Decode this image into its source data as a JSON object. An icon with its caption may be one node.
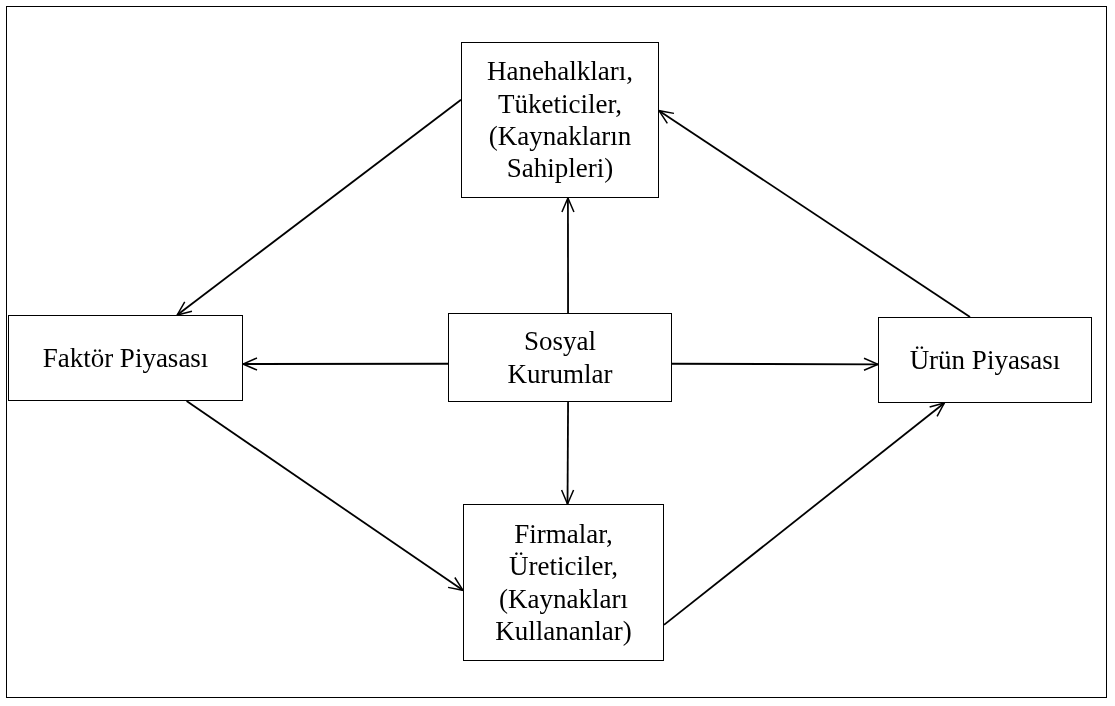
{
  "diagram": {
    "nodes": [
      {
        "text": [
          "Hanehalkları, Tüketiciler, (Kaynakların Sahipleri)"
        ]
      },
      {
        "text": [
          "Faktör Piyasası"
        ]
      },
      {
        "text": [
          "Sosyal Kurumlar"
        ]
      },
      {
        "text": [
          "Ürün Piyasası"
        ]
      },
      {
        "text": [
          "Firmalar, Üreticiler, (Kaynakları Kullananlar)"
        ]
      }
    ],
    "edges": [
      {
        "from": 0,
        "to": 1,
        "arrow": "to"
      },
      {
        "from": 1,
        "to": 4,
        "arrow": "to"
      },
      {
        "from": 4,
        "to": 3,
        "arrow": "to"
      },
      {
        "from": 3,
        "to": 0,
        "arrow": "to"
      },
      {
        "from": 2,
        "to": 0,
        "arrow": "to"
      },
      {
        "from": 2,
        "to": 1,
        "arrow": "to"
      },
      {
        "from": 2,
        "to": 3,
        "arrow": "to"
      },
      {
        "from": 2,
        "to": 4,
        "arrow": "to"
      }
    ]
  }
}
